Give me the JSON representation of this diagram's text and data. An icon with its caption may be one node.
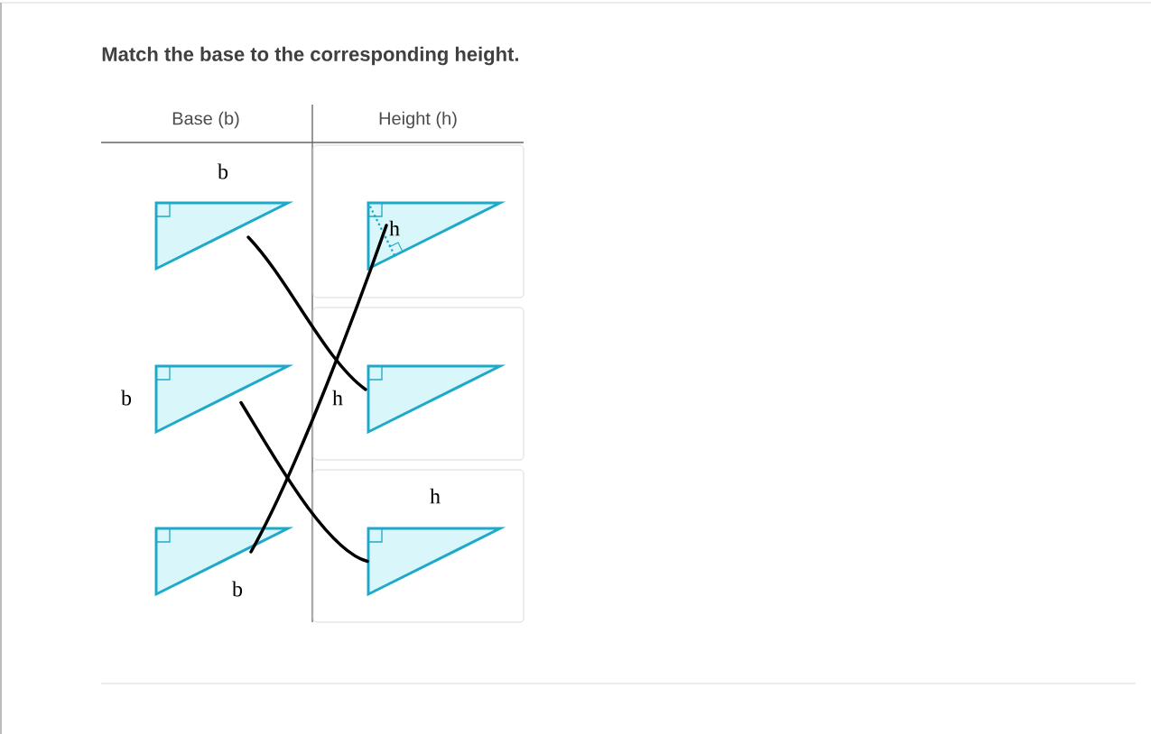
{
  "diagram": {
    "title": "Match the base to the corresponding height.",
    "nodes": [
      {
        "text": [
          "b"
        ]
      },
      {
        "text": [
          "b"
        ]
      },
      {
        "text": [
          "b"
        ]
      },
      {
        "text": [],
        "shape": "box"
      },
      {
        "text": [
          "h"
        ],
        "in": 3
      },
      {
        "text": [],
        "shape": "box"
      },
      {
        "text": [
          "h"
        ],
        "in": 5
      },
      {
        "text": [],
        "shape": "box"
      },
      {
        "text": [
          "h"
        ],
        "in": 7
      }
    ],
    "edges": [
      {
        "from": 0,
        "to": 6,
        "arrow": "none"
      },
      {
        "from": 1,
        "to": 8,
        "arrow": "none"
      },
      {
        "from": 2,
        "to": 4,
        "arrow": "none"
      }
    ],
    "labels": [
      "Base (b)",
      "Height (h)"
    ]
  }
}
